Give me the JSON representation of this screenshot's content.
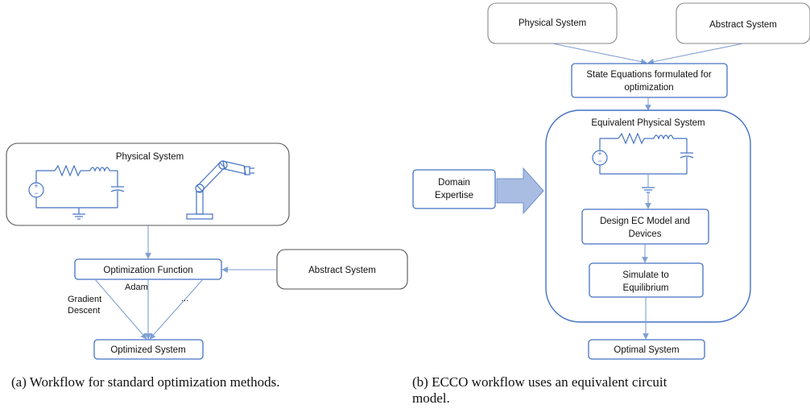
{
  "panel_a": {
    "physical_system_label": "Physical System",
    "optimization_function_label": "Optimization Function",
    "abstract_system_label": "Abstract System",
    "optimized_system_label": "Optimized System",
    "edge_gradient_line1": "Gradient",
    "edge_gradient_line2": "Descent",
    "edge_adam": "Adam",
    "edge_ellipsis": "...",
    "caption": "(a) Workflow for standard optimization methods."
  },
  "panel_b": {
    "physical_system_label": "Physical System",
    "abstract_system_label": "Abstract System",
    "state_equations_line1": "State Equations formulated for",
    "state_equations_line2": "optimization",
    "equivalent_physical_system_label": "Equivalent Physical System",
    "domain_expertise_line1": "Domain",
    "domain_expertise_line2": "Expertise",
    "design_ec_line1": "Design EC Model and",
    "design_ec_line2": "Devices",
    "simulate_line1": "Simulate to",
    "simulate_line2": "Equilibrium",
    "optimal_system_label": "Optimal System",
    "caption_line1": "(b)  ECCO  workflow  uses  an  equivalent  circuit",
    "caption_line2": "model."
  },
  "colors": {
    "node_border_blue": "#4472c4",
    "node_border_gray": "#8a8a8a",
    "edge_color": "#7f9fd3",
    "big_arrow_fill": "#a9bde3"
  }
}
